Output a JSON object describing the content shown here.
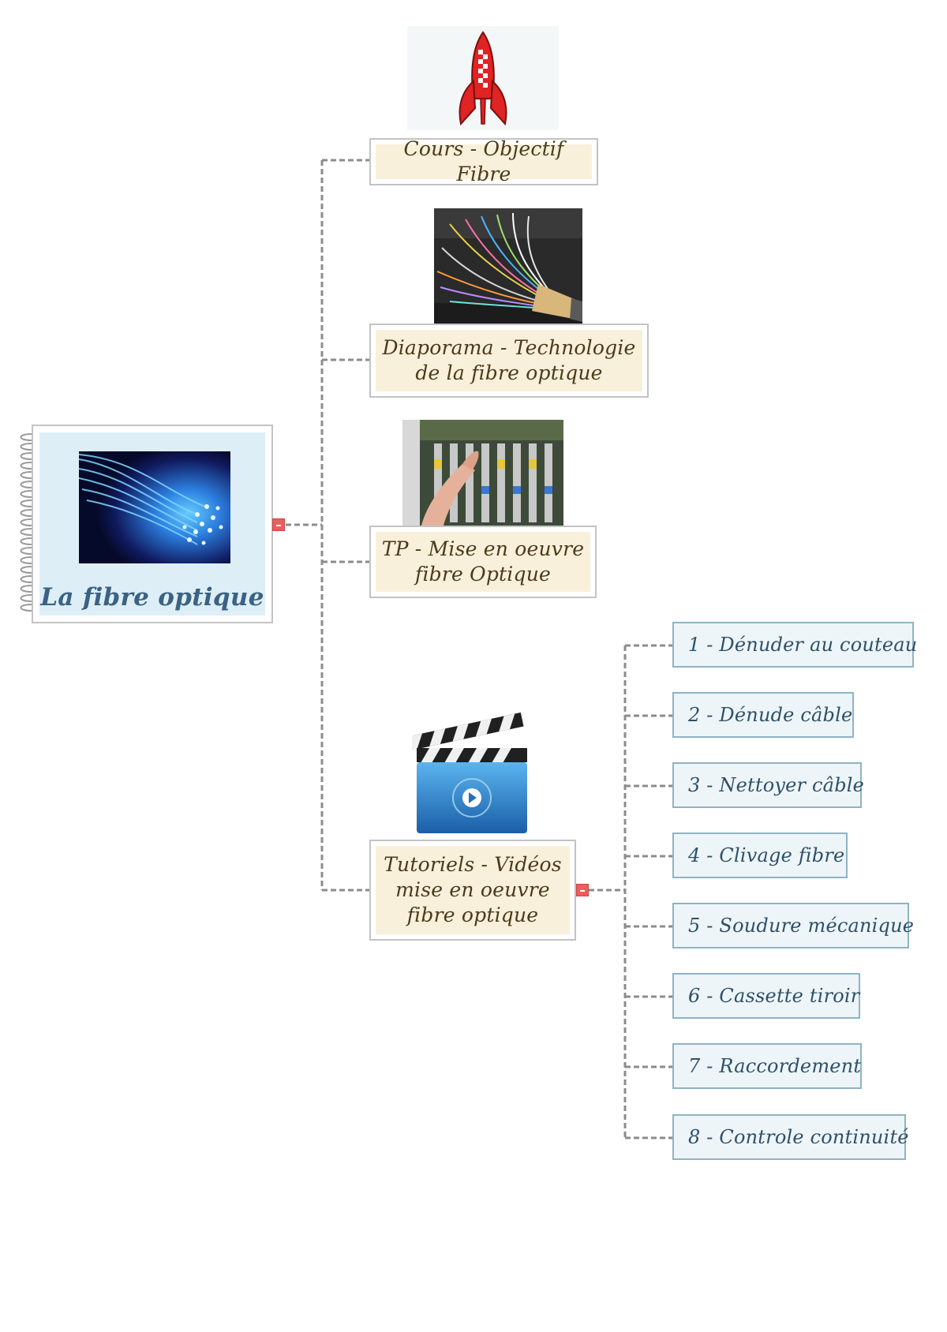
{
  "root": {
    "title": "La fibre optique"
  },
  "topics": [
    {
      "label": "Cours - Objectif Fibre"
    },
    {
      "label": "Diaporama  -  Technologie\nde la fibre optique"
    },
    {
      "label": "TP  - Mise en oeuvre\nfibre Optique"
    },
    {
      "label": "Tutoriels  -  Vidéos\nmise  en  oeuvre\nfibre optique"
    }
  ],
  "tutorials": [
    "1 - Dénuder au couteau",
    "2 - Dénude câble",
    "3 - Nettoyer câble",
    "4 - Clivage fibre",
    "5 - Soudure mécanique",
    "6 - Cassette tiroir",
    "7 - Raccordement",
    "8 - Controle continuité"
  ],
  "colors": {
    "connector": "#8c8c8c",
    "root_fill": "#ddeef7",
    "root_title": "#3b6282",
    "topic_fill": "#f8f0da",
    "sub_fill": "#edf5f9",
    "sub_border": "#8fb3c3",
    "collapse": "#ee5c5c"
  },
  "icons": {
    "root": "fiber-optic-photo",
    "topic_0": "rocket-icon",
    "topic_1": "fiber-cable-photo",
    "topic_2": "patch-panel-photo",
    "topic_3": "clapperboard-video-icon",
    "collapse": "collapse-minus-icon"
  }
}
